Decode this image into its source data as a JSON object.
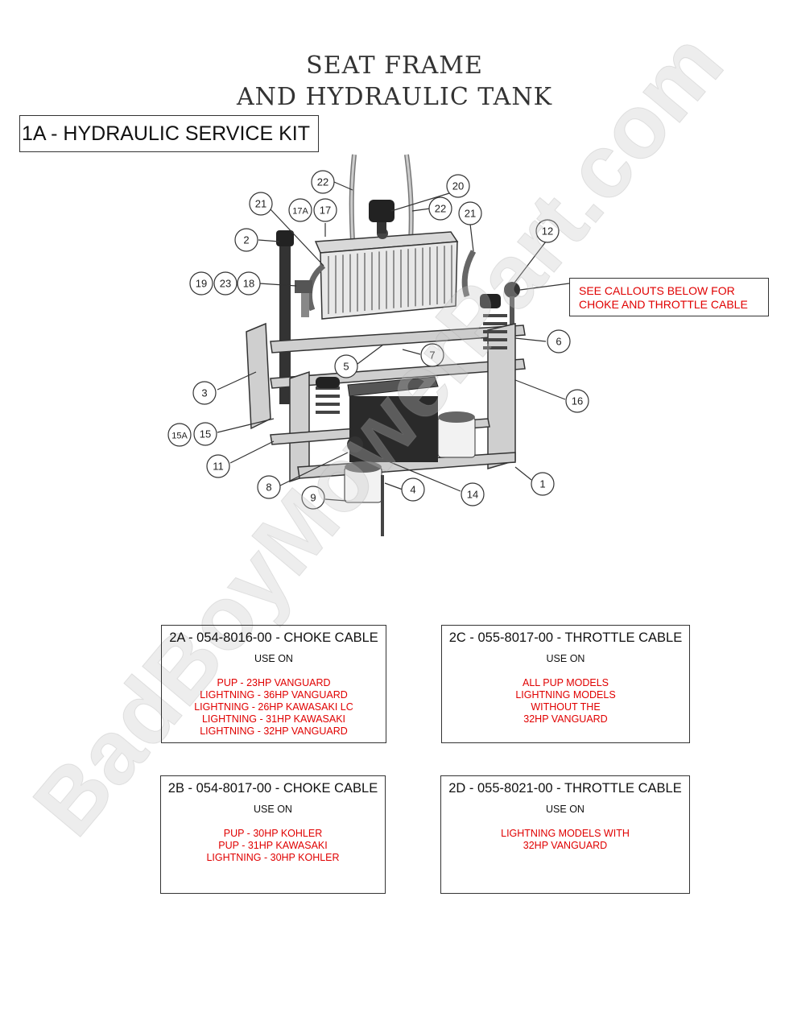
{
  "title": {
    "line1": "SEAT FRAME",
    "line2": "AND HYDRAULIC TANK"
  },
  "kit_label": "1A - HYDRAULIC SERVICE KIT",
  "callout_note": {
    "line1": "SEE CALLOUTS BELOW FOR",
    "line2": "CHOKE AND THROTTLE CABLE"
  },
  "watermark": "BadBoyMowerPart.com",
  "callouts": [
    "22",
    "20",
    "22",
    "21",
    "17A",
    "17",
    "21",
    "12",
    "2",
    "19",
    "23",
    "18",
    "6",
    "5",
    "7",
    "3",
    "16",
    "15A",
    "15",
    "11",
    "1",
    "8",
    "4",
    "14",
    "9"
  ],
  "cables": [
    {
      "id": "2A",
      "header": "2A - 054-8016-00 - CHOKE CABLE",
      "use_on": "USE ON",
      "applications": [
        "PUP - 23HP VANGUARD",
        "LIGHTNING - 36HP VANGUARD",
        "LIGHTNING - 26HP KAWASAKI LC",
        "LIGHTNING - 31HP KAWASAKI",
        "LIGHTNING - 32HP VANGUARD"
      ]
    },
    {
      "id": "2C",
      "header": "2C - 055-8017-00 - THROTTLE CABLE",
      "use_on": "USE ON",
      "applications": [
        "ALL PUP MODELS",
        "LIGHTNING MODELS",
        "WITHOUT THE",
        "32HP VANGUARD"
      ]
    },
    {
      "id": "2B",
      "header": "2B - 054-8017-00 - CHOKE CABLE",
      "use_on": "USE ON",
      "applications": [
        "PUP - 30HP KOHLER",
        "PUP - 31HP KAWASAKI",
        "LIGHTNING - 30HP KOHLER"
      ]
    },
    {
      "id": "2D",
      "header": "2D - 055-8021-00 - THROTTLE CABLE",
      "use_on": "USE ON",
      "applications": [
        "LIGHTNING MODELS WITH",
        "32HP VANGUARD"
      ]
    }
  ]
}
